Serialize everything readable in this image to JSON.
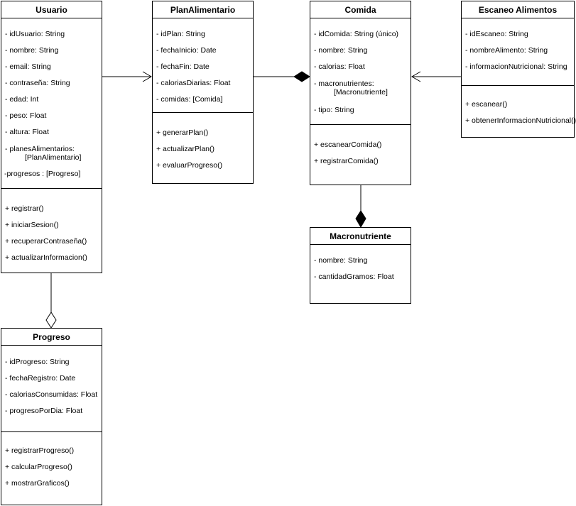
{
  "classes": {
    "usuario": {
      "name": "Usuario",
      "attributes": [
        "- idUsuario: String",
        "- nombre: String",
        "- email: String",
        "- contraseña: String",
        "- edad: Int",
        "- peso: Float",
        "- altura: Float",
        "- planesAlimentarios:",
        "[PlanAlimentario]",
        "-progresos : [Progreso]"
      ],
      "methods": [
        "+ registrar()",
        "+ iniciarSesion()",
        "+ recuperarContraseña()",
        "+ actualizarInformacion()"
      ]
    },
    "plan": {
      "name": "PlanAlimentario",
      "attributes": [
        "- idPlan: String",
        "- fechaInicio: Date",
        "- fechaFin: Date",
        "- caloriasDiarias: Float",
        "- comidas: [Comida]"
      ],
      "methods": [
        "+ generarPlan()",
        "+ actualizarPlan()",
        "+ evaluarProgreso()"
      ]
    },
    "comida": {
      "name": "Comida",
      "attributes": [
        "- idComida: String (único)",
        "- nombre: String",
        "- calorias: Float",
        "- macronutrientes:",
        "[Macronutriente]",
        "- tipo: String"
      ],
      "methods": [
        "+ escanearComida()",
        "+ registrarComida()"
      ]
    },
    "escaneo": {
      "name": "Escaneo Alimentos",
      "attributes": [
        "- idEscaneo: String",
        "- nombreAlimento: String",
        "- informacionNutricional: String"
      ],
      "methods": [
        "+ escanear()",
        "+ obtenerInformacionNutricional()"
      ]
    },
    "macro": {
      "name": "Macronutriente",
      "attributes": [
        "- nombre: String",
        "- cantidadGramos: Float"
      ]
    },
    "progreso": {
      "name": "Progreso",
      "attributes": [
        "- idProgreso: String",
        "- fechaRegistro: Date",
        "- caloriasConsumidas: Float",
        "- progresoPorDia: Float"
      ],
      "methods": [
        "+ registrarProgreso()",
        "+ calcularProgreso()",
        "+ mostrarGraficos()"
      ]
    }
  },
  "relations": [
    {
      "from": "Usuario",
      "to": "PlanAlimentario",
      "kind": "association-arrow"
    },
    {
      "from": "PlanAlimentario",
      "to": "Comida",
      "kind": "composition"
    },
    {
      "from": "Escaneo Alimentos",
      "to": "Comida",
      "kind": "association-arrow"
    },
    {
      "from": "Comida",
      "to": "Macronutriente",
      "kind": "composition"
    },
    {
      "from": "Usuario",
      "to": "Progreso",
      "kind": "aggregation"
    }
  ],
  "colors": {
    "line": "#000000",
    "background": "#ffffff"
  }
}
